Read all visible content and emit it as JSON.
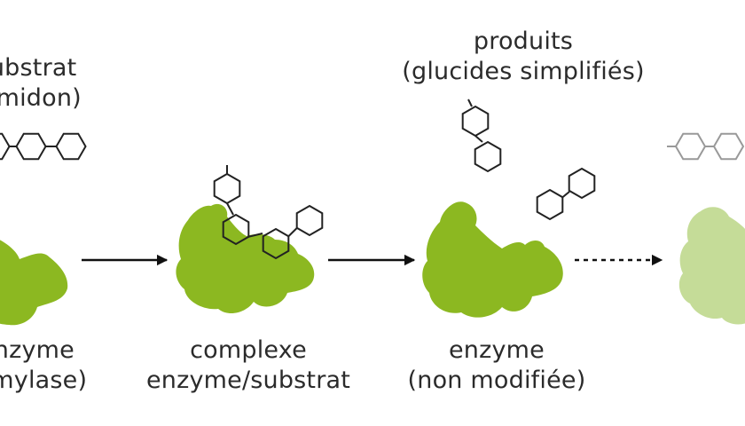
{
  "stages": [
    {
      "id": "substrate_and_enzyme",
      "top_label": [
        "substrat",
        "(amidon)"
      ],
      "bottom_label": [
        "enzyme",
        "(amylase)"
      ]
    },
    {
      "id": "complex",
      "bottom_label": [
        "complexe",
        "enzyme/substrat"
      ]
    },
    {
      "id": "products_released",
      "top_label": [
        "produits",
        "(glucides simplifiés)"
      ],
      "bottom_label": [
        "enzyme",
        "(non modifiée)"
      ]
    },
    {
      "id": "reuse"
    }
  ],
  "arrows": [
    {
      "from": "substrate_and_enzyme",
      "to": "complex",
      "style": "solid"
    },
    {
      "from": "complex",
      "to": "products_released",
      "style": "solid"
    },
    {
      "from": "products_released",
      "to": "reuse",
      "style": "dotted"
    }
  ],
  "colors": {
    "enzyme": "#8cb821",
    "enzyme_faded": "#c5dc98",
    "molecule": "#222222",
    "molecule_faded": "#999999",
    "text": "#2b2b2b",
    "arrow": "#111111"
  }
}
